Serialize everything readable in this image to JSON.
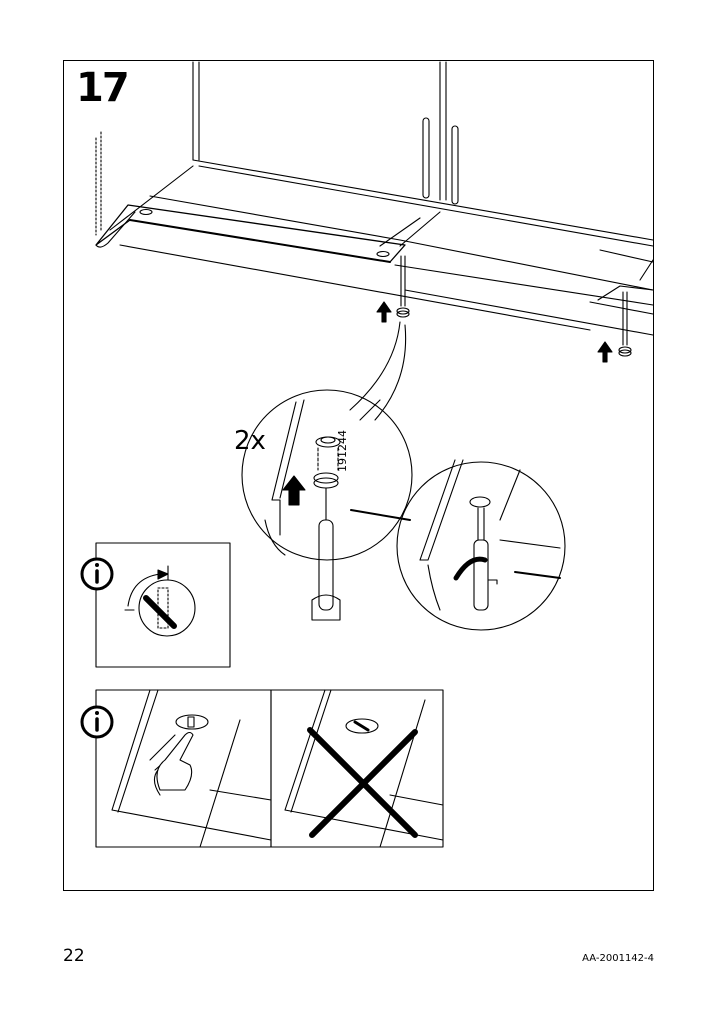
{
  "step": {
    "number": "17"
  },
  "callout": {
    "quantity": "2x",
    "part_number": "191244"
  },
  "footer": {
    "page_number": "22",
    "document_code": "AA-2001142-4"
  },
  "icons": {
    "info_1": "info-icon",
    "info_2": "info-icon",
    "arrow_up": "arrow-up-icon",
    "rotate": "rotate-arrow-icon",
    "pointing_hand": "pointing-hand-icon",
    "cross": "x-cross-icon"
  }
}
